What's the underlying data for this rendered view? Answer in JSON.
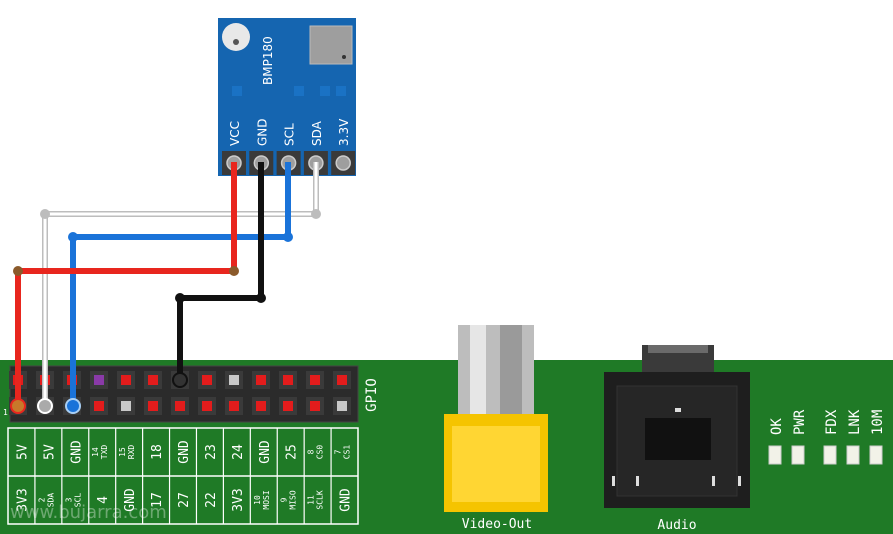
{
  "sensor": {
    "name": "BMP180",
    "pins": [
      "VCC",
      "GND",
      "SCL",
      "SDA",
      "3.3V"
    ]
  },
  "gpio": {
    "header_label": "GPIO",
    "pin1_marker": "1",
    "top_labels": [
      {
        "main": "5V",
        "sub": "",
        "num": ""
      },
      {
        "main": "5V",
        "sub": "",
        "num": ""
      },
      {
        "main": "GND",
        "sub": "",
        "num": ""
      },
      {
        "main": "TXD",
        "sub": "",
        "num": "14"
      },
      {
        "main": "RXD",
        "sub": "",
        "num": "15"
      },
      {
        "main": "18",
        "sub": "",
        "num": ""
      },
      {
        "main": "GND",
        "sub": "",
        "num": ""
      },
      {
        "main": "23",
        "sub": "",
        "num": ""
      },
      {
        "main": "24",
        "sub": "",
        "num": ""
      },
      {
        "main": "GND",
        "sub": "",
        "num": ""
      },
      {
        "main": "25",
        "sub": "",
        "num": ""
      },
      {
        "main": "CS0",
        "sub": "",
        "num": "8"
      },
      {
        "main": "CS1",
        "sub": "",
        "num": "7"
      }
    ],
    "bottom_labels": [
      {
        "main": "3V3",
        "num": ""
      },
      {
        "main": "SDA",
        "num": "2"
      },
      {
        "main": "SCL",
        "num": "3"
      },
      {
        "main": "4",
        "num": ""
      },
      {
        "main": "GND",
        "num": ""
      },
      {
        "main": "17",
        "num": ""
      },
      {
        "main": "27",
        "num": ""
      },
      {
        "main": "22",
        "num": ""
      },
      {
        "main": "3V3",
        "num": ""
      },
      {
        "main": "MOSI",
        "num": "10"
      },
      {
        "main": "MISO",
        "num": "9"
      },
      {
        "main": "SCLK",
        "num": "11"
      },
      {
        "main": "GND",
        "num": ""
      }
    ]
  },
  "ports": {
    "video": "Video-Out",
    "audio": "Audio"
  },
  "leds": [
    "OK",
    "PWR",
    "FDX",
    "LNK",
    "10M"
  ],
  "watermark": "www.bujarra.com",
  "colors": {
    "board": "#1f7a26",
    "sensor": "#1565b0",
    "wire_vcc": "#e8261e",
    "wire_gnd": "#111111",
    "wire_scl": "#1a73d9",
    "wire_sda": "#e8e8e8",
    "video_jack": "#f5c400"
  }
}
